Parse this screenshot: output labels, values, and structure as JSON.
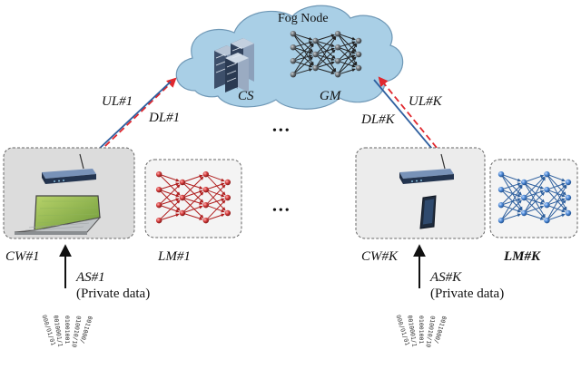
{
  "fog": {
    "title": "Fog Node",
    "cs_label": "CS",
    "gm_label": "GM"
  },
  "links": {
    "ul_left": "UL#1",
    "dl_left": "DL#1",
    "ul_right": "UL#K",
    "dl_right": "DL#K",
    "ellipsis_top": "•••",
    "ellipsis_mid": "•••"
  },
  "client_left": {
    "cw": "CW#1",
    "lm": "LM#1",
    "as": "AS#1",
    "private": "(Private data)"
  },
  "client_right": {
    "cw": "CW#K",
    "lm": "LM#K",
    "as": "AS#K",
    "private": "(Private data)"
  },
  "bitstreams": [
    "000/01/01",
    "0010001/1",
    "01001001",
    "010010/10",
    "0011000/"
  ],
  "colors": {
    "cloud_fill": "#a9cfe6",
    "cloud_stroke": "#6f98b6",
    "uplink": "#e0282e",
    "downlink": "#2e5f9f",
    "box_fill_left": "#dcdcdc",
    "box_fill_right": "#ececec",
    "gm_node": "#4a4f54",
    "lm_left_node": "#cc2b2b",
    "lm_right_node": "#3f7fcf"
  },
  "icons": {
    "servers": "server-rack-icon",
    "router": "wireless-router-icon",
    "laptop": "laptop-icon",
    "phone": "smartphone-icon"
  }
}
